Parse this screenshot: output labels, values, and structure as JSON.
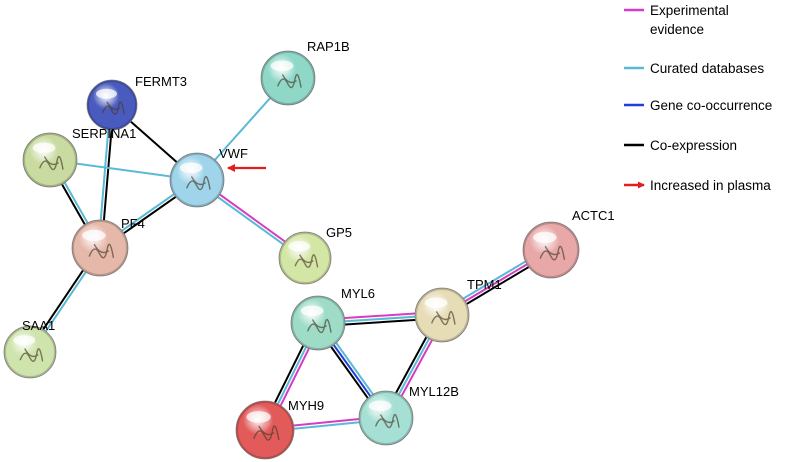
{
  "colors": {
    "experimental": "#d63bc6",
    "curated": "#5ab9d4",
    "cooccurrence": "#1f3fd6",
    "coexpression": "#000000",
    "increased": "#e02020"
  },
  "nodes": [
    {
      "id": "FERMT3",
      "label": "FERMT3",
      "color": "#4a5bbf"
    },
    {
      "id": "SERPINA1",
      "label": "SERPINA1",
      "color": "#c9dba0"
    },
    {
      "id": "VWF",
      "label": "VWF",
      "color": "#9fd4ea"
    },
    {
      "id": "RAP1B",
      "label": "RAP1B",
      "color": "#8fd8c8"
    },
    {
      "id": "PF4",
      "label": "PF4",
      "color": "#e6b8aa"
    },
    {
      "id": "GP5",
      "label": "GP5",
      "color": "#d4e6a6"
    },
    {
      "id": "SAA1",
      "label": "SAA1",
      "color": "#cfe4ac"
    },
    {
      "id": "ACTC1",
      "label": "ACTC1",
      "color": "#e8a8a8"
    },
    {
      "id": "TPM1",
      "label": "TPM1",
      "color": "#e6dcb6"
    },
    {
      "id": "MYL6",
      "label": "MYL6",
      "color": "#9fdcc8"
    },
    {
      "id": "MYH9",
      "label": "MYH9",
      "color": "#e25a5a"
    },
    {
      "id": "MYL12B",
      "label": "MYL12B",
      "color": "#a6e0d4"
    }
  ],
  "edges": [
    {
      "source": "SERPINA1",
      "target": "PF4",
      "types": [
        "curated",
        "coexpression"
      ]
    },
    {
      "source": "FERMT3",
      "target": "PF4",
      "types": [
        "coexpression",
        "curated"
      ]
    },
    {
      "source": "FERMT3",
      "target": "VWF",
      "types": [
        "coexpression"
      ]
    },
    {
      "source": "SERPINA1",
      "target": "VWF",
      "types": [
        "curated"
      ]
    },
    {
      "source": "PF4",
      "target": "VWF",
      "types": [
        "curated",
        "coexpression"
      ]
    },
    {
      "source": "RAP1B",
      "target": "VWF",
      "types": [
        "curated"
      ]
    },
    {
      "source": "VWF",
      "target": "GP5",
      "types": [
        "experimental",
        "curated"
      ]
    },
    {
      "source": "PF4",
      "target": "SAA1",
      "types": [
        "curated",
        "coexpression"
      ]
    },
    {
      "source": "TPM1",
      "target": "ACTC1",
      "types": [
        "curated",
        "experimental",
        "coexpression"
      ]
    },
    {
      "source": "MYL6",
      "target": "TPM1",
      "types": [
        "experimental",
        "curated",
        "coexpression"
      ]
    },
    {
      "source": "MYL6",
      "target": "MYH9",
      "types": [
        "experimental",
        "curated",
        "coexpression"
      ]
    },
    {
      "source": "MYL6",
      "target": "MYL12B",
      "types": [
        "curated",
        "cooccurrence",
        "coexpression"
      ]
    },
    {
      "source": "TPM1",
      "target": "MYL12B",
      "types": [
        "experimental",
        "curated",
        "coexpression"
      ]
    },
    {
      "source": "MYH9",
      "target": "MYL12B",
      "types": [
        "experimental",
        "curated"
      ]
    }
  ],
  "annotation": {
    "target": "VWF",
    "meaning": "increased"
  },
  "legend": [
    {
      "key": "experimental",
      "lines": [
        "Experimental",
        "evidence"
      ]
    },
    {
      "key": "curated",
      "lines": [
        "Curated databases"
      ]
    },
    {
      "key": "cooccurrence",
      "lines": [
        "Gene co-occurrence"
      ]
    },
    {
      "key": "coexpression",
      "lines": [
        "Co-expression"
      ]
    },
    {
      "key": "increased",
      "lines": [
        "Increased in plasma"
      ],
      "arrow": true
    }
  ]
}
